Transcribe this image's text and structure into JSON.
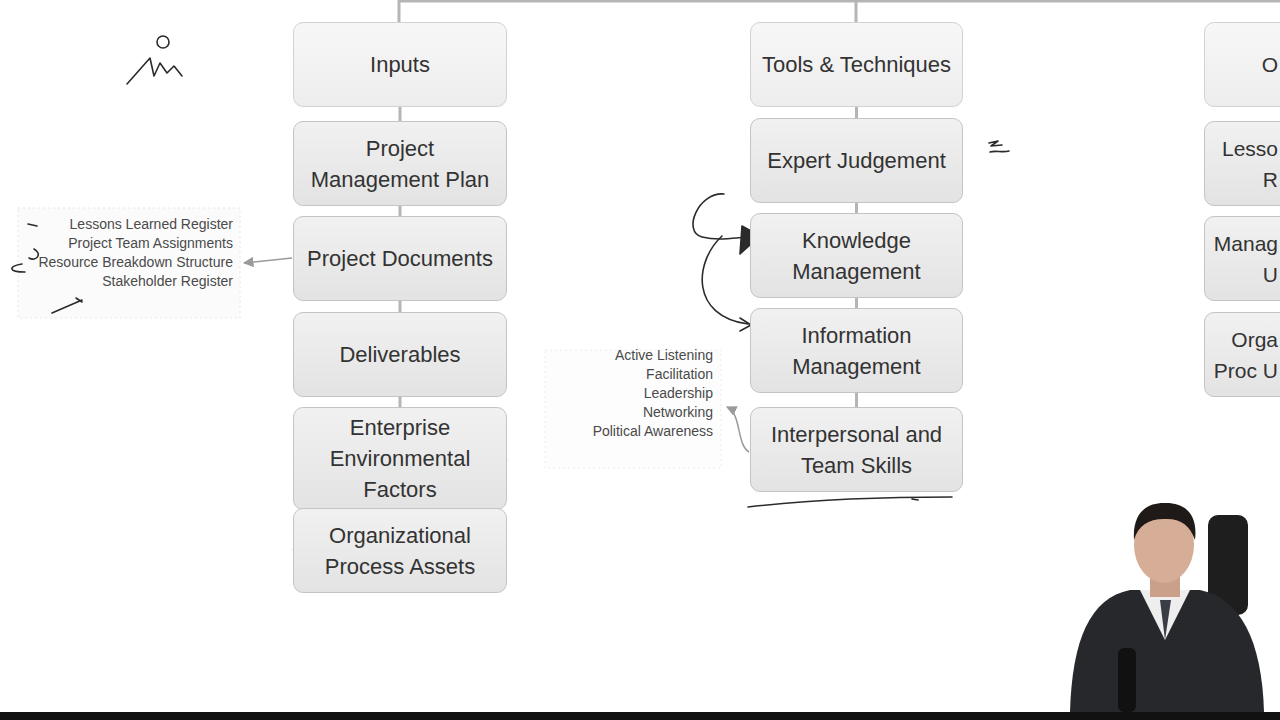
{
  "diagram": {
    "nodes": [
      {
        "text": [
          "Inputs"
        ]
      },
      {
        "text": [
          "Project Management Plan"
        ]
      },
      {
        "text": [
          "Project Documents"
        ]
      },
      {
        "text": [
          "Deliverables"
        ]
      },
      {
        "text": [
          "Enterprise Environmental Factors"
        ]
      },
      {
        "text": [
          "Organizational Process Assets"
        ]
      },
      {
        "text": [
          "Tools & Techniques"
        ]
      },
      {
        "text": [
          "Expert Judgement"
        ]
      },
      {
        "text": [
          "Knowledge Management"
        ]
      },
      {
        "text": [
          "Information Management"
        ]
      },
      {
        "text": [
          "Interpersonal and Team Skills"
        ]
      },
      {
        "text": [
          "O"
        ]
      },
      {
        "text": [
          "Lesso R"
        ]
      },
      {
        "text": [
          "Manag U"
        ]
      },
      {
        "text": [
          "Orga Proc U"
        ]
      }
    ],
    "edges": [
      {
        "from": 0,
        "to": 1,
        "arrow": "none"
      },
      {
        "from": 1,
        "to": 2,
        "arrow": "none"
      },
      {
        "from": 2,
        "to": 3,
        "arrow": "none"
      },
      {
        "from": 3,
        "to": 4,
        "arrow": "none"
      },
      {
        "from": 4,
        "to": 5,
        "arrow": "none"
      },
      {
        "from": 6,
        "to": 7,
        "arrow": "none"
      },
      {
        "from": 7,
        "to": 8,
        "arrow": "none"
      },
      {
        "from": 8,
        "to": 9,
        "arrow": "none"
      },
      {
        "from": 9,
        "to": 10,
        "arrow": "none"
      }
    ],
    "labels": [
      "Lessons Learned Register",
      "Project Team Assignments",
      "Resource Breakdown Structure",
      "Stakeholder Register",
      "Active Listening",
      "Facilitation",
      "Leadership",
      "Networking",
      "Political Awareness"
    ]
  }
}
